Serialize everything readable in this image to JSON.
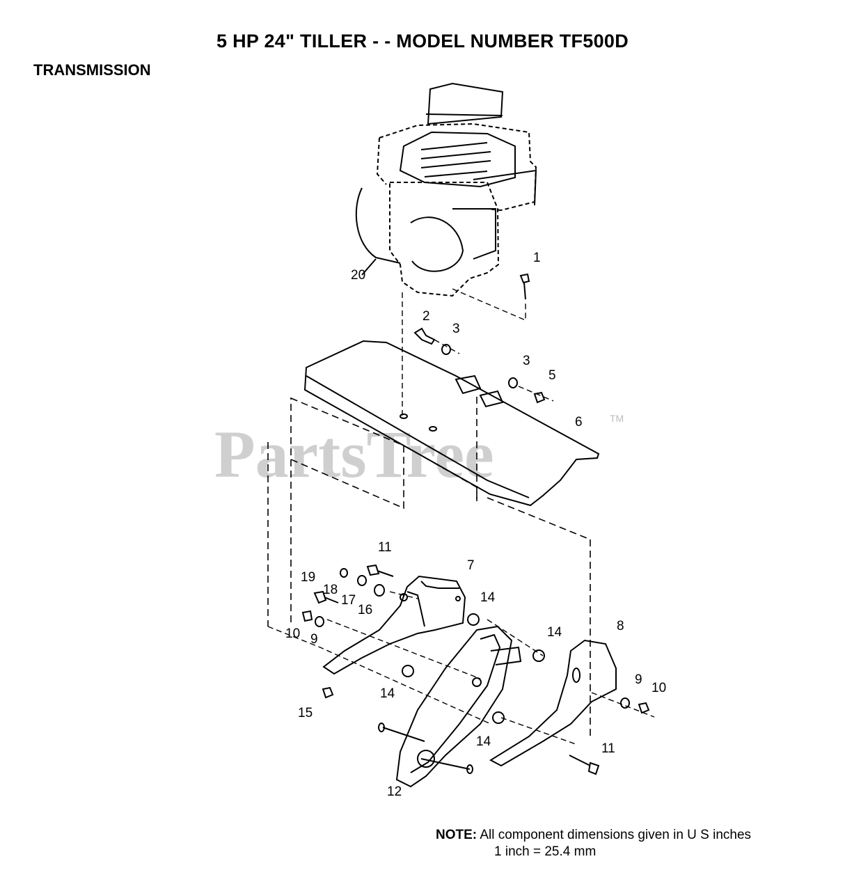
{
  "title": "5 HP 24\" TILLER - - MODEL NUMBER TF500D",
  "section": "TRANSMISSION",
  "watermark": "PartsTree",
  "watermark_tm": "TM",
  "note": {
    "label": "NOTE:",
    "line1": "All component dimensions given in U S  inches",
    "line2": "1 inch = 25.4 mm"
  },
  "callouts": {
    "c1": "1",
    "c2": "2",
    "c3a": "3",
    "c3b": "3",
    "c5": "5",
    "c6": "6",
    "c7": "7",
    "c8": "8",
    "c9a": "9",
    "c9b": "9",
    "c10a": "10",
    "c10b": "10",
    "c11a": "11",
    "c11b": "11",
    "c12": "12",
    "c14a": "14",
    "c14b": "14",
    "c14c": "14",
    "c14d": "14",
    "c15": "15",
    "c16": "16",
    "c17": "17",
    "c18": "18",
    "c19": "19",
    "c20": "20"
  }
}
